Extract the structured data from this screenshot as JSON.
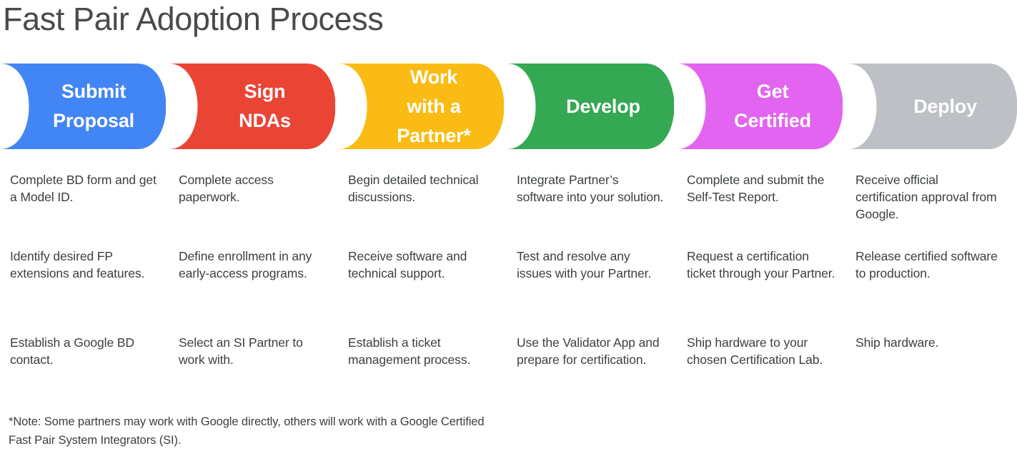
{
  "title": "Fast Pair Adoption Process",
  "colors": {
    "title_text": "#4a4a4a",
    "body_text": "#3c4043",
    "background": "#ffffff",
    "stage_blue": "#4285f4",
    "stage_red": "#ea4435",
    "stage_yellow": "#fabc14",
    "stage_green": "#34a853",
    "stage_magenta": "#e264f0",
    "stage_gray": "#bdc1c6"
  },
  "stages": [
    {
      "id": "submit-proposal",
      "label": "Submit\nProposal",
      "color": "#4285f4",
      "items": [
        "Complete BD form and get a Model ID.",
        "Identify desired FP extensions and features.",
        "Establish a Google BD contact."
      ]
    },
    {
      "id": "sign-ndas",
      "label": "Sign\nNDAs",
      "color": "#ea4435",
      "items": [
        "Complete access paperwork.",
        "Define enrollment in any early-access programs.",
        "Select an SI Partner to work with."
      ]
    },
    {
      "id": "work-with-a-partner",
      "label": "Work\nwith a\nPartner*",
      "color": "#fabc14",
      "items": [
        "Begin detailed technical discussions.",
        "Receive software and technical support.",
        "Establish a ticket management process."
      ]
    },
    {
      "id": "develop",
      "label": "Develop",
      "color": "#34a853",
      "items": [
        "Integrate Partner’s software into your solution.",
        "Test and resolve any issues with your Partner.",
        "Use the Validator App and prepare for certification."
      ]
    },
    {
      "id": "get-certified",
      "label": "Get\nCertified",
      "color": "#e264f0",
      "items": [
        "Complete and submit the Self-Test Report.",
        "Request a certification ticket through your Partner.",
        "Ship hardware to your chosen Certification Lab."
      ]
    },
    {
      "id": "deploy",
      "label": "Deploy",
      "color": "#bdc1c6",
      "items": [
        "Receive official certification approval from Google.",
        "Release certified software to production.",
        "Ship hardware."
      ]
    }
  ],
  "footnote": "*Note: Some partners may work with Google directly, others will work with a Google Certified Fast Pair System Integrators (SI)."
}
